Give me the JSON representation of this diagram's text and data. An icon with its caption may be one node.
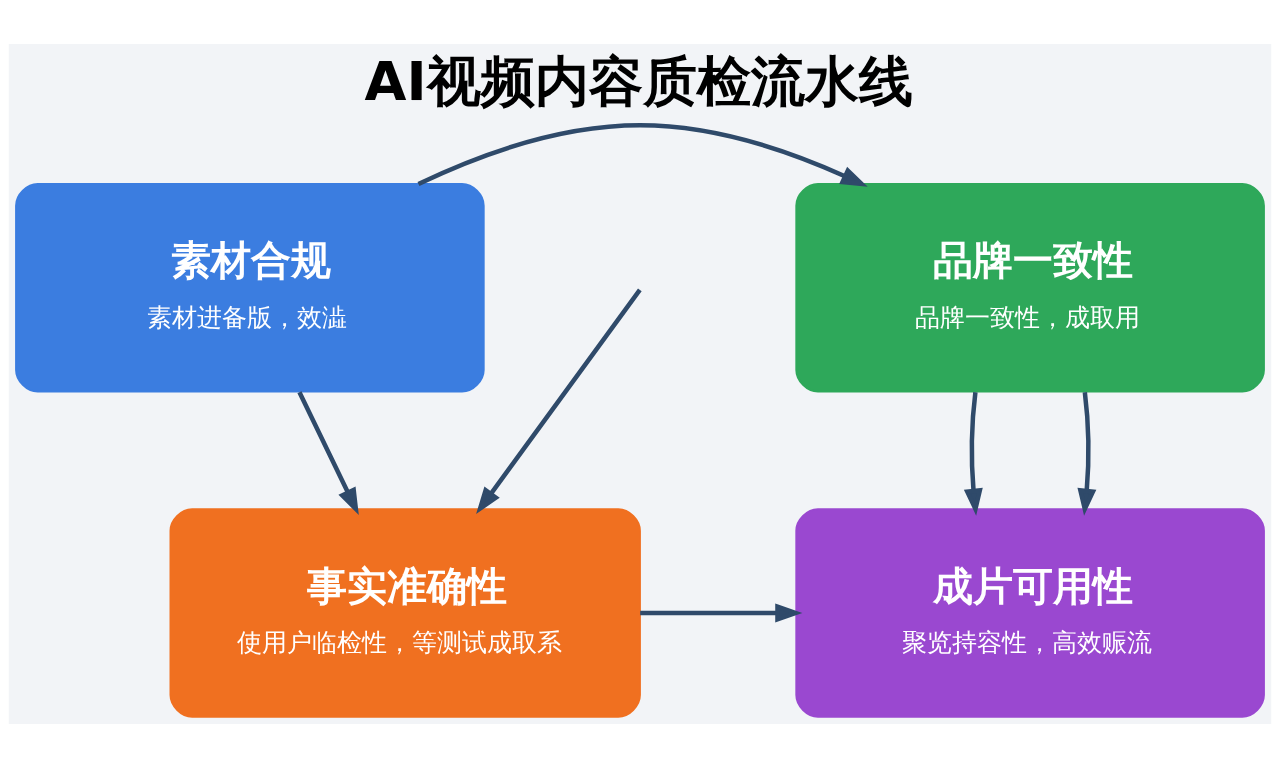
{
  "diagram": {
    "title": "AI视频内容质检流水线",
    "nodes": [
      {
        "text": [
          "素材合规",
          "素材进备版，效澁"
        ]
      },
      {
        "text": [
          "品牌一致性",
          "品牌一致性，成取用"
        ]
      },
      {
        "text": [
          "事实准确性",
          "使用户临检性，等测试成取系"
        ]
      },
      {
        "text": [
          "成片可用性",
          "聚览持容性，高效赈流"
        ]
      }
    ],
    "edges": [
      {
        "from": 0,
        "to": 1,
        "arrow": "to"
      },
      {
        "from": 0,
        "to": 2,
        "arrow": "to"
      },
      {
        "from": 1,
        "to": 3,
        "arrow": "to"
      },
      {
        "from": null,
        "to": 2,
        "arrow": "to"
      },
      {
        "from": 2,
        "to": 3,
        "arrow": "to"
      },
      {
        "from": 1,
        "to": 3,
        "arrow": "to"
      }
    ]
  }
}
